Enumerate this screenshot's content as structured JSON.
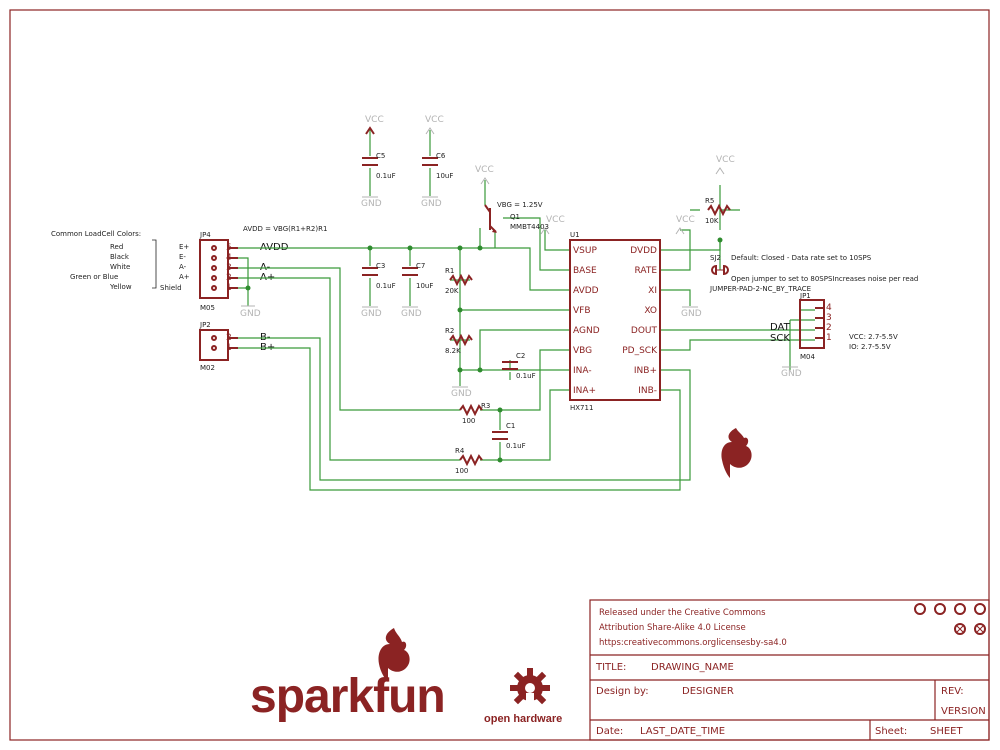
{
  "loadcell_legend": {
    "heading": "Common LoadCell Colors:",
    "rows": [
      {
        "color": "Red",
        "signal": "E+"
      },
      {
        "color": "Black",
        "signal": "E-"
      },
      {
        "color": "White",
        "signal": "A-"
      },
      {
        "color": "Green or Blue",
        "signal": "A+"
      },
      {
        "color": "Yellow",
        "signal": "Shield"
      }
    ]
  },
  "connectors": {
    "jp4": {
      "ref": "JP4",
      "value": "M05",
      "pins": [
        "5",
        "4",
        "3",
        "2",
        "1"
      ]
    },
    "jp2": {
      "ref": "JP2",
      "value": "M02",
      "pins": [
        "2",
        "1"
      ]
    },
    "jp1": {
      "ref": "JP1",
      "value": "M04",
      "pins": [
        "4",
        "3",
        "2",
        "1"
      ],
      "note_vcc": "VCC: 2.7-5.5V",
      "note_io": "IO: 2.7-5.5V"
    }
  },
  "nets": {
    "avdd": "AVDD",
    "a_minus": "A-",
    "a_plus": "A+",
    "b_minus": "B-",
    "b_plus": "B+",
    "dat": "DAT",
    "sck": "SCK",
    "vcc": "VCC",
    "gnd": "GND"
  },
  "notes": {
    "avdd_formula": "AVDD = VBG(R1+R2)R1",
    "vbg": "VBG = 1.25V",
    "sj2_default": "Default: Closed - Data rate set to 10SPS",
    "sj2_open": "Open jumper to set to 80SPSIncreases noise per read",
    "sj2_package": "JUMPER-PAD-2-NC_BY_TRACE"
  },
  "components": {
    "c5": {
      "ref": "C5",
      "value": "0.1uF"
    },
    "c6": {
      "ref": "C6",
      "value": "10uF"
    },
    "c3": {
      "ref": "C3",
      "value": "0.1uF"
    },
    "c7": {
      "ref": "C7",
      "value": "10uF"
    },
    "c2": {
      "ref": "C2",
      "value": "0.1uF"
    },
    "c1": {
      "ref": "C1",
      "value": "0.1uF"
    },
    "r1": {
      "ref": "R1",
      "value": "20K"
    },
    "r2": {
      "ref": "R2",
      "value": "8.2K"
    },
    "r3": {
      "ref": "R3",
      "value": "100"
    },
    "r4": {
      "ref": "R4",
      "value": "100"
    },
    "r5": {
      "ref": "R5",
      "value": "10K"
    },
    "q1": {
      "ref": "Q1",
      "value": "MMBT4403"
    },
    "sj2": {
      "ref": "SJ2"
    }
  },
  "ic": {
    "ref": "U1",
    "value": "HX711",
    "left_pins": [
      "VSUP",
      "BASE",
      "AVDD",
      "VFB",
      "AGND",
      "VBG",
      "INA-",
      "INA+"
    ],
    "right_pins": [
      "DVDD",
      "RATE",
      "XI",
      "XO",
      "DOUT",
      "PD_SCK",
      "INB+",
      "INB-"
    ]
  },
  "title_block": {
    "license_1": "Released under the Creative Commons",
    "license_2": "Attribution Share-Alike 4.0 License",
    "license_3": "https:creativecommons.orglicensesby-sa4.0",
    "title_label": "TITLE:",
    "title_value": "DRAWING_NAME",
    "design_label": "Design by:",
    "design_value": "DESIGNER",
    "rev_label": "REV:",
    "rev_value": "VERSION",
    "date_label": "Date:",
    "date_value": "LAST_DATE_TIME",
    "sheet_label": "Sheet:",
    "sheet_value": "SHEET"
  },
  "logos": {
    "sparkfun": "sparkfun",
    "open_hardware": "open hardware"
  },
  "colors": {
    "part": "#8b2323",
    "net": "#3a9a3a",
    "supply": "#b3b3b3"
  }
}
